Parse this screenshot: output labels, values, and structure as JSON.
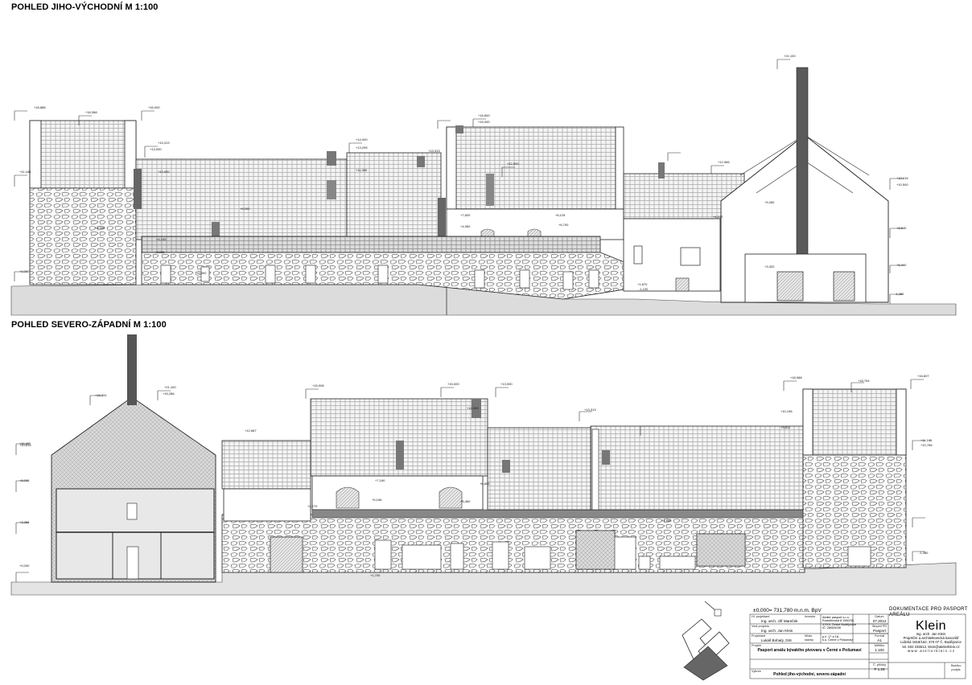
{
  "views": {
    "top": {
      "title": "POHLED JIHO-VÝCHODNÍ  M 1:100",
      "levels": [
        "+18,888",
        "+18,368",
        "+16,000",
        "+15,313",
        "+14,000",
        "+13,295",
        "+13,000",
        "+12,000",
        "+11,160",
        "+11,000",
        "+10,000",
        "+8,560",
        "+7,820",
        "+6,700",
        "+6,125",
        "+6,000",
        "+4,960",
        "+4,100",
        "+3,320",
        "+3,900",
        "+2,900",
        "+1,870",
        "+0,000",
        "-1,380",
        "-1,100",
        "+21,100",
        "+16,600",
        "+15,000",
        "+13,313",
        "+12,966",
        "+10,540",
        "+10,615",
        "+9,260",
        "+8,840",
        "+5,460",
        "+4,100"
      ]
    },
    "bottom": {
      "title": "POHLED SEVERO-ZÁPADNÍ  M 1:100",
      "levels": [
        "+21,100",
        "+16,331",
        "+15,286",
        "+15,008",
        "+15,000",
        "+14,000",
        "+13,313",
        "+13,000",
        "+12,687",
        "+11,000",
        "+10,615",
        "+10,196",
        "+9,811",
        "+8,000",
        "+7,160",
        "+6,800",
        "+6,166",
        "+5,460",
        "+4,880",
        "+3,366",
        "+2,770",
        "+1,700",
        "+0,000",
        "-1,380",
        "+18,988",
        "+18,754",
        "+16,607",
        "+11,186",
        "+10,766"
      ]
    }
  },
  "level_note": "±0,000= 731,780 m.n.m. BpV",
  "title_block": {
    "doc_label_line1": "DOKUMENTACE   PRO PASPORT",
    "doc_label_line2": "AREÁLU",
    "firm_name": "Klein",
    "firm_lines": [
      "Ing. arch. Jan Klein",
      "Projekční a architektonická kancelář",
      "Lidická 1818/162, 370 07 Č. Budějovice",
      "tel. 602 236512,  klein@atelierklein.cz",
      "w w w . a t e l i e r k l e i n . c z"
    ],
    "rows": [
      {
        "label": "Hl. projektant",
        "value": "Ing. arch. Jiří Mareček"
      },
      {
        "label": "Vedl projektu",
        "value": "Ing. arch. Jan Klein"
      },
      {
        "label": "Projektant",
        "value": "Lukáš Bohatý, DiS"
      }
    ],
    "investor_label": "Investor",
    "investor_lines": [
      "Atelier pasport s.r.o.",
      "Rudolfovská 8 1960/30,",
      "37001 České Budějovice",
      "IČ: 28063035"
    ],
    "location_label": "Místo stavby",
    "location_lines": [
      "p.č. 17 a 18,",
      "k.ú. Černé v Pošumaví"
    ],
    "project_label": "Projekt",
    "project_name": "Pasport areálu bývalého pivovaru v Černé v Pošumaví",
    "drawing_label": "Výkres",
    "drawing_name": "Pohled jiho-východní, severo-západní",
    "date_label": "Datum",
    "date_value": "07.2012",
    "stage_label": "Stupeň PD",
    "stage_value": "Pasport",
    "format_label": "Formát",
    "format_value": "A1",
    "scale_label": "Měřítko",
    "scale_value": "1:100",
    "number_label": "Č. přílohy",
    "number_value": "F 1.26",
    "sign_label": "Razítko",
    "sign_value": "podpis"
  }
}
